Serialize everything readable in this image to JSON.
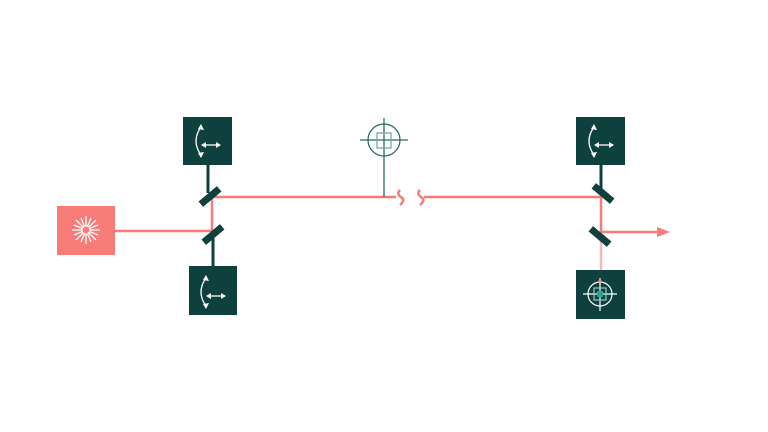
{
  "diagram": {
    "type": "optical beam path",
    "colors": {
      "beam": "#f77b77",
      "beam_faint": "#f8b9b6",
      "component": "#0e403d",
      "laser": "#f77b77",
      "sensor_line": "#2d6b66"
    },
    "components": [
      {
        "id": "laser",
        "icon": "laser-sun-icon"
      },
      {
        "id": "mirror-1",
        "icon": "mirror-icon"
      },
      {
        "id": "mirror-2",
        "icon": "mirror-icon"
      },
      {
        "id": "mount-1",
        "icon": "tilt-adjust-icon"
      },
      {
        "id": "mount-2",
        "icon": "tilt-adjust-icon"
      },
      {
        "id": "target",
        "icon": "crosshair-target-icon"
      },
      {
        "id": "beam-break",
        "icon": "break-symbol-icon"
      },
      {
        "id": "mount-3",
        "icon": "tilt-adjust-icon"
      },
      {
        "id": "mirror-3",
        "icon": "mirror-icon"
      },
      {
        "id": "mirror-4",
        "icon": "mirror-icon"
      },
      {
        "id": "detector",
        "icon": "crosshair-detector-icon"
      },
      {
        "id": "output",
        "icon": "arrow-right-icon"
      }
    ]
  }
}
